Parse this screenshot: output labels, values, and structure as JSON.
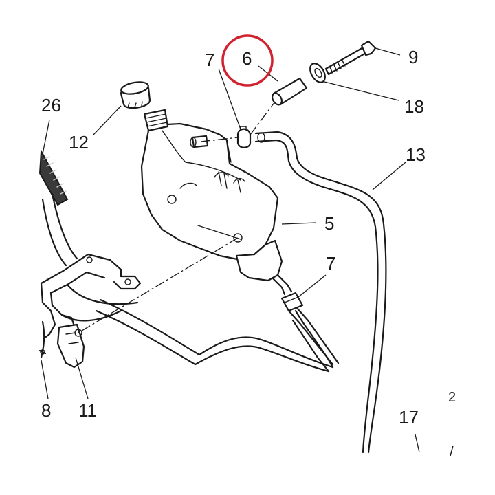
{
  "colors": {
    "ink": "#1a1a1a",
    "highlight": "#d0222f",
    "background": "#ffffff",
    "hose_fill": "#3a3a3a"
  },
  "callouts": {
    "c6": "6",
    "c7_top": "7",
    "c9": "9",
    "c18": "18",
    "c26": "26",
    "c12": "12",
    "c13": "13",
    "c5": "5",
    "c7_bottom": "7",
    "c8": "8",
    "c11": "11",
    "c17": "17",
    "edge_a": "2",
    "edge_b": "/"
  },
  "highlighted_callout": "6"
}
